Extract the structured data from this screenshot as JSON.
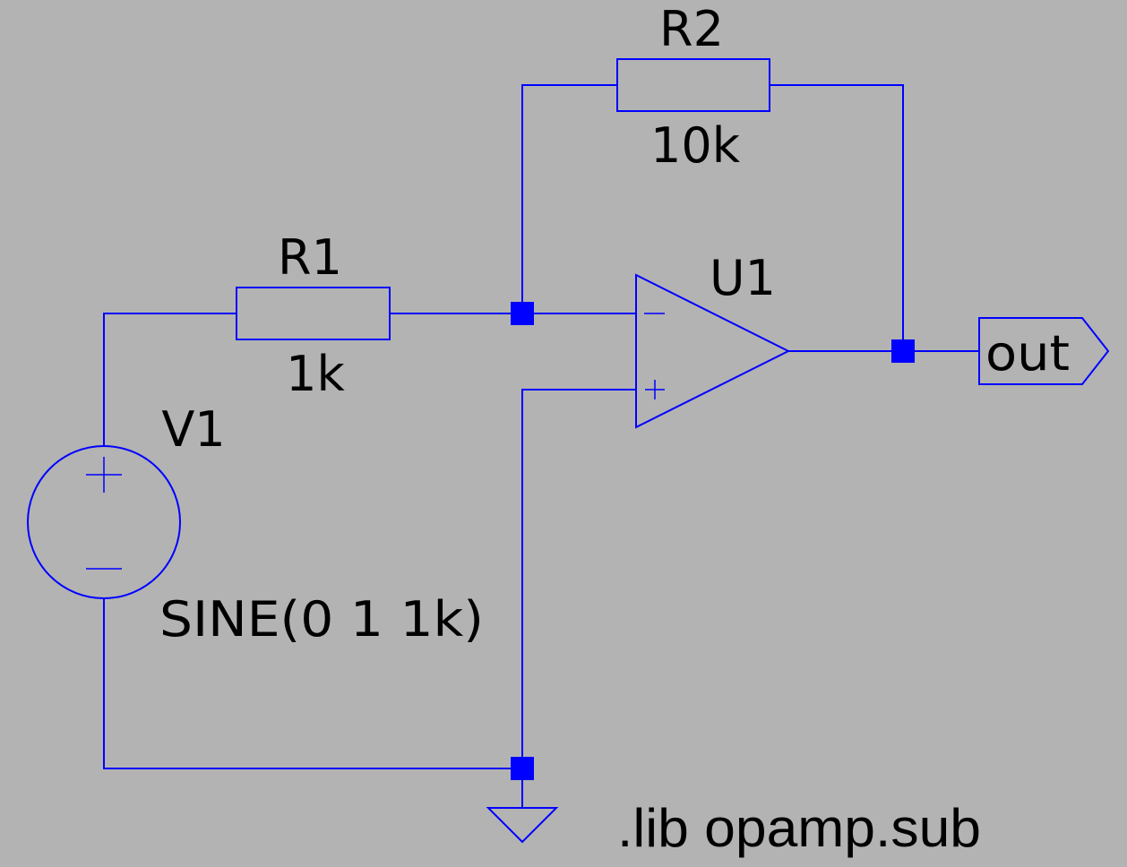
{
  "schematic": {
    "components": {
      "r1": {
        "name": "R1",
        "value": "1k"
      },
      "r2": {
        "name": "R2",
        "value": "10k"
      },
      "u1": {
        "name": "U1",
        "inverting_pin": "−",
        "noninverting_pin": "+"
      },
      "v1": {
        "name": "V1",
        "value": "SINE(0 1 1k)"
      }
    },
    "net_label": "out",
    "spice_directive": ".lib opamp.sub",
    "colors": {
      "background": "#b3b3b3",
      "wire": "#0000ff",
      "text": "#000000"
    }
  }
}
